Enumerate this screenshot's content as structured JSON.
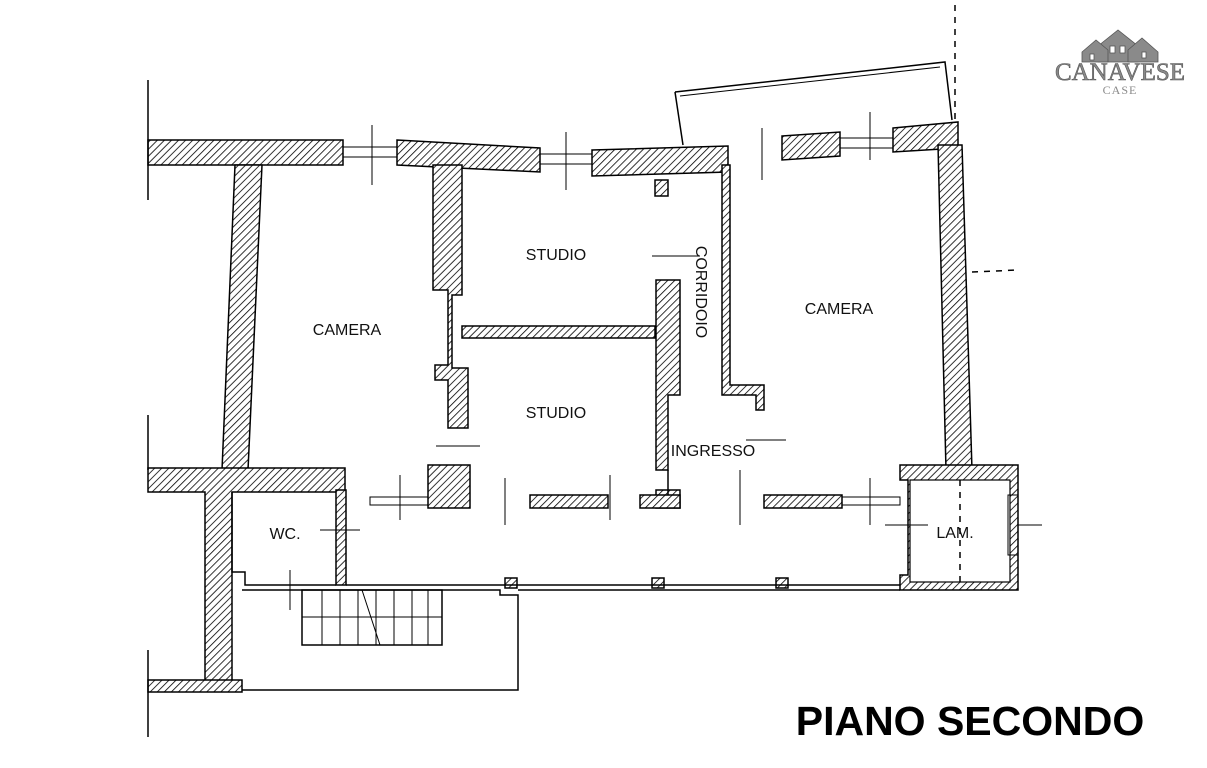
{
  "plan": {
    "title": "PIANO SECONDO",
    "rooms": {
      "camera_left": "CAMERA",
      "studio_top": "STUDIO",
      "studio_bottom": "STUDIO",
      "corridoio": "CORRIDOIO",
      "camera_right": "CAMERA",
      "ingresso": "INGRESSO",
      "wc": "WC.",
      "lavanderia": "LAM."
    }
  },
  "logo": {
    "main": "CANAVESE",
    "sub": "CASE",
    "color": "#8a8a8a"
  },
  "colors": {
    "wall_hatch": "#000000",
    "background": "#ffffff"
  }
}
